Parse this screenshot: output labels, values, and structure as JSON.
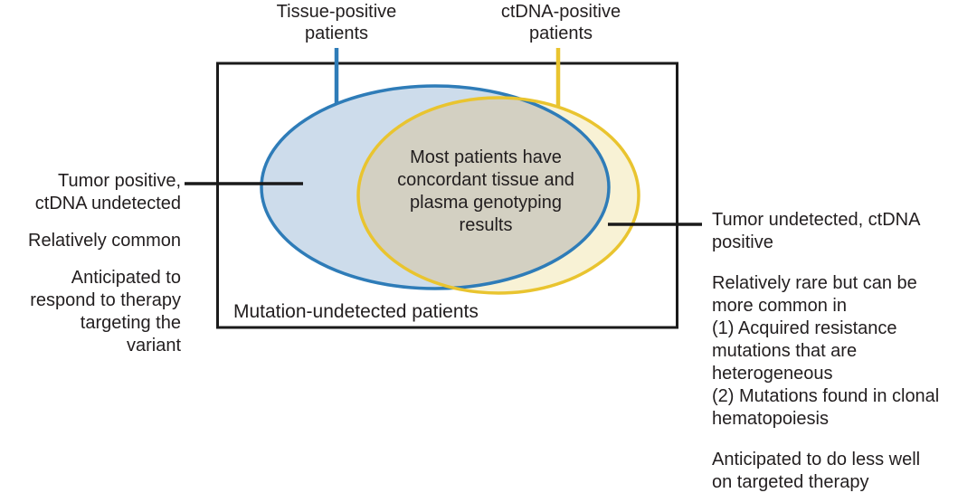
{
  "figure": {
    "top_labels": {
      "tissue": "Tissue-positive\npatients",
      "ctdna": "ctDNA-positive\npatients"
    },
    "overlap_text": "Most patients have\nconcordant tissue and\nplasma genotyping\nresults",
    "box_label": "Mutation-undetected patients",
    "left_annotation": {
      "title": "Tumor positive,\nctDNA undetected",
      "note1": "Relatively common",
      "note2": "Anticipated to\nrespond to therapy\ntargeting the\nvariant"
    },
    "right_annotation": {
      "title": "Tumor undetected, ctDNA\npositive",
      "note1": "Relatively rare but can be\nmore common in\n(1) Acquired resistance\nmutations that are\nheterogeneous\n(2) Mutations found in clonal\nhematopoiesis",
      "note2": "Anticipated to do less well\non targeted therapy"
    }
  },
  "colors": {
    "tissue_stroke": "#2e7cb8",
    "tissue_fill": "#cddceb",
    "ctdna_stroke": "#e9c42f",
    "ctdna_fill": "#f8f2d5",
    "overlap_fill": "#d3d0c2",
    "line": "#1a1a1a",
    "text": "#221e1f",
    "background": "#ffffff"
  }
}
